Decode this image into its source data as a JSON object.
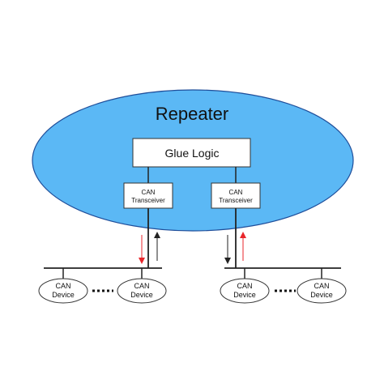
{
  "diagram": {
    "repeater": {
      "label": "Repeater",
      "fill": "#5bb8f5",
      "stroke": "#1f4e9a"
    },
    "glue_logic": {
      "label": "Glue Logic"
    },
    "transceivers": [
      {
        "line1": "CAN",
        "line2": "Transceiver"
      },
      {
        "line1": "CAN",
        "line2": "Transceiver"
      }
    ],
    "devices": [
      {
        "line1": "CAN",
        "line2": "Device"
      },
      {
        "line1": "CAN",
        "line2": "Device"
      },
      {
        "line1": "CAN",
        "line2": "Device"
      },
      {
        "line1": "CAN",
        "line2": "Device"
      }
    ],
    "arrow_colors": {
      "red": "#e8262b",
      "black": "#222222"
    }
  }
}
